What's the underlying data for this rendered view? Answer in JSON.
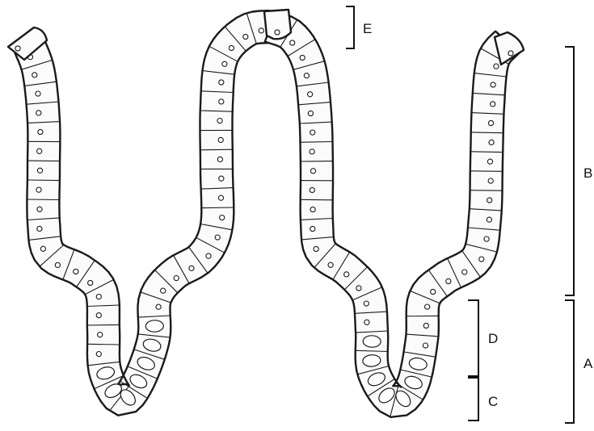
{
  "diagram": {
    "stroke_color": "#1a1a1a",
    "cell_fill": "#fbfbfb",
    "labels": {
      "A": "A",
      "B": "B",
      "C": "C",
      "D": "D",
      "E": "E"
    }
  }
}
